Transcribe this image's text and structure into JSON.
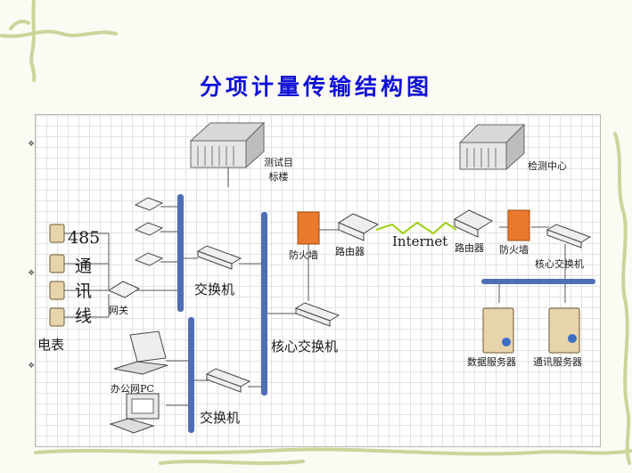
{
  "title": "分项计量传输结构图",
  "colors": {
    "title": "#1010d8",
    "switch_bar": "#4f6eb5",
    "firewall": "#e97a2b",
    "internet_link": "#9ed10f"
  },
  "labels": {
    "test_building": "测试目\n标楼",
    "monitoring_center": "检测中心",
    "firewall_left": "防火墙",
    "router_left": "路由器",
    "internet": "Internet",
    "router_right": "路由器",
    "firewall_right": "防火墙",
    "core_switch_right": "核心交换机",
    "rs485_1": "485",
    "rs485_2": "通",
    "rs485_3": "讯",
    "rs485_4": "线",
    "gateway": "网关",
    "meter": "电表",
    "switch_upper": "交换机",
    "core_switch_center": "核心交换机",
    "office_pc": "办公网PC",
    "switch_lower": "交换机",
    "data_server": "数据服务器",
    "comm_server": "通讯服务器"
  }
}
